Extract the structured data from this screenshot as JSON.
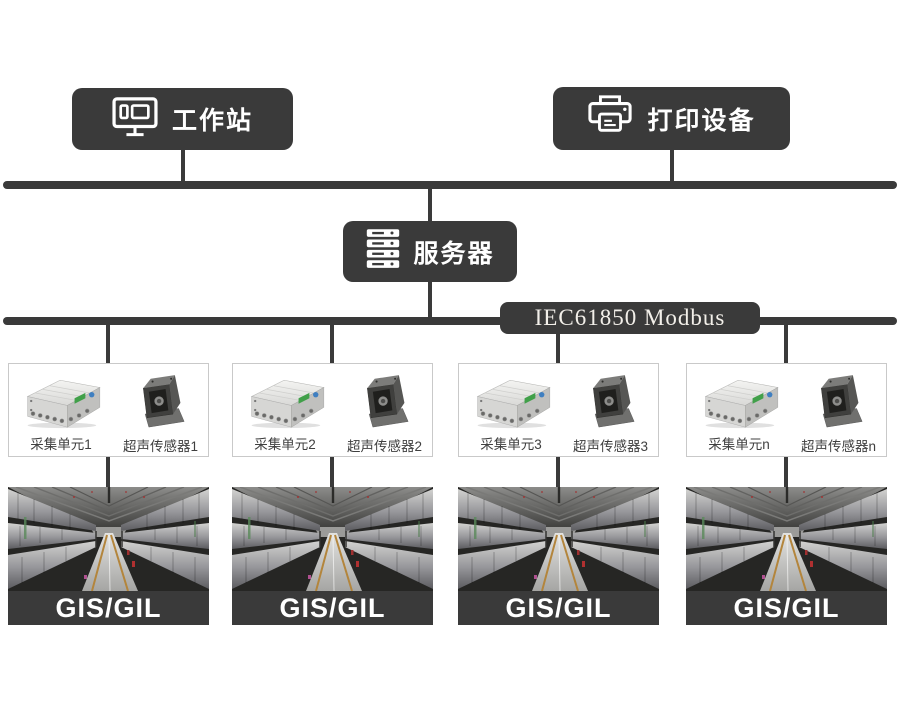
{
  "nodes": {
    "workstation": {
      "label": "工作站",
      "icon": "monitor-icon"
    },
    "printer": {
      "label": "打印设备",
      "icon": "printer-icon"
    },
    "server": {
      "label": "服务器",
      "icon": "server-icon"
    }
  },
  "bus": {
    "protocol_label": "IEC61850 Modbus"
  },
  "groups": [
    {
      "unit": "采集单元1",
      "sensor": "超声传感器1",
      "site": "GIS/GIL"
    },
    {
      "unit": "采集单元2",
      "sensor": "超声传感器2",
      "site": "GIS/GIL"
    },
    {
      "unit": "采集单元3",
      "sensor": "超声传感器3",
      "site": "GIS/GIL"
    },
    {
      "unit": "采集单元n",
      "sensor": "超声传感器n",
      "site": "GIS/GIL"
    }
  ],
  "colors": {
    "node_bg": "#3a3a3a",
    "node_text": "#ffffff",
    "line": "#3a3a3a",
    "group_border": "#c9c9c9",
    "group_label_text": "#3f3f3f"
  }
}
